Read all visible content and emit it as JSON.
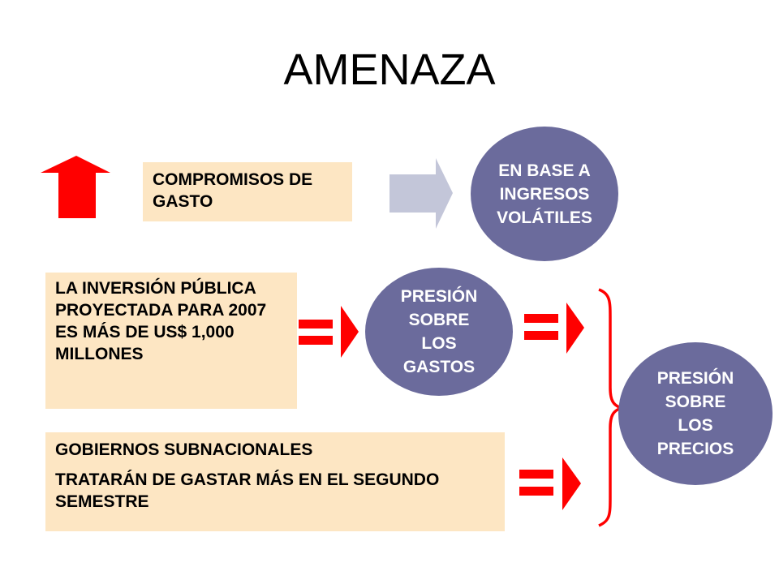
{
  "title": "AMENAZA",
  "boxes": {
    "compromisos": "COMPROMISOS DE GASTO",
    "inversion": "LA INVERSIÓN PÚBLICA PROYECTADA PARA 2007 ES MÁS DE US$ 1,000 MILLONES",
    "gobiernos_line1": "GOBIERNOS SUBNACIONALES",
    "gobiernos_line2": "TRATARÁN DE GASTAR MÁS EN EL SEGUNDO SEMESTRE"
  },
  "ellipses": {
    "ingresos": "EN BASE A\nINGRESOS\nVOLÁTILES",
    "gastos": "PRESIÓN\nSOBRE\nLOS\nGASTOS",
    "precios": "PRESIÓN\nSOBRE\nLOS\nPRECIOS"
  },
  "colors": {
    "box_fill": "#fde6c3",
    "ellipse_fill": "#6b6b9c",
    "red": "#ff0000",
    "gray_arrow": "#c3c6d9"
  }
}
